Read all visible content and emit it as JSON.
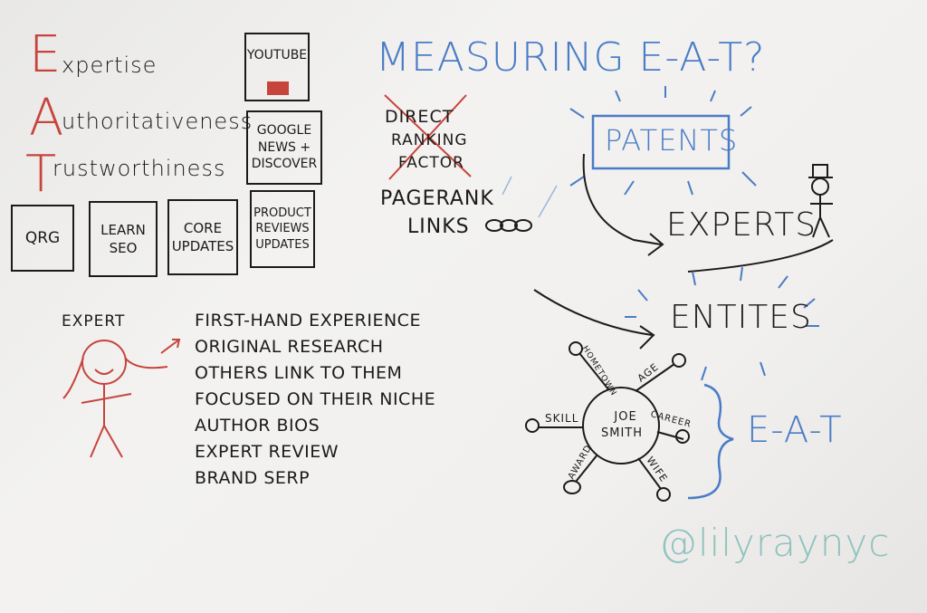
{
  "eat": {
    "e_letter": "E",
    "e_rest": "xpertise",
    "a_letter": "A",
    "a_rest": "uthoritativeness",
    "t_letter": "T",
    "t_rest": "rustworthiness"
  },
  "boxes": {
    "youtube": "YOUTUBE",
    "google_news": [
      "GOOGLE",
      "NEWS +",
      "DISCOVER"
    ],
    "qrg": "QRG",
    "learn_seo": [
      "LEARN",
      "SEO"
    ],
    "core_updates": [
      "CORE",
      "UPDATES"
    ],
    "product_reviews": [
      "PRODUCT",
      "REVIEWS",
      "UPDATES"
    ]
  },
  "title": "MEASURING E-A-T?",
  "crossed_out": [
    "DIRECT",
    "RANKING",
    "FACTOR"
  ],
  "pagerank": "PAGERANK",
  "links": "LINKS",
  "patents": "PATENTS",
  "experts": "EXPERTS",
  "entities": "ENTITES",
  "eat_label": "E-A-T",
  "expert_label": "EXPERT",
  "expert_traits": [
    "FIRST-HAND EXPERIENCE",
    "ORIGINAL RESEARCH",
    "OTHERS LINK TO THEM",
    "FOCUSED ON THEIR NICHE",
    "AUTHOR BIOS",
    "EXPERT REVIEW",
    "BRAND SERP"
  ],
  "entity_graph": {
    "center": [
      "JOE",
      "SMITH"
    ],
    "attributes": [
      "HOMETOWN",
      "AGE",
      "CAREER",
      "WIFE",
      "AWARD",
      "SKILL"
    ]
  },
  "handle": "@lilyraynyc",
  "colors": {
    "ink": "#1d1a18",
    "red": "#c7443c",
    "blue": "#4a7cc6",
    "teal": "#8fc2bd"
  }
}
